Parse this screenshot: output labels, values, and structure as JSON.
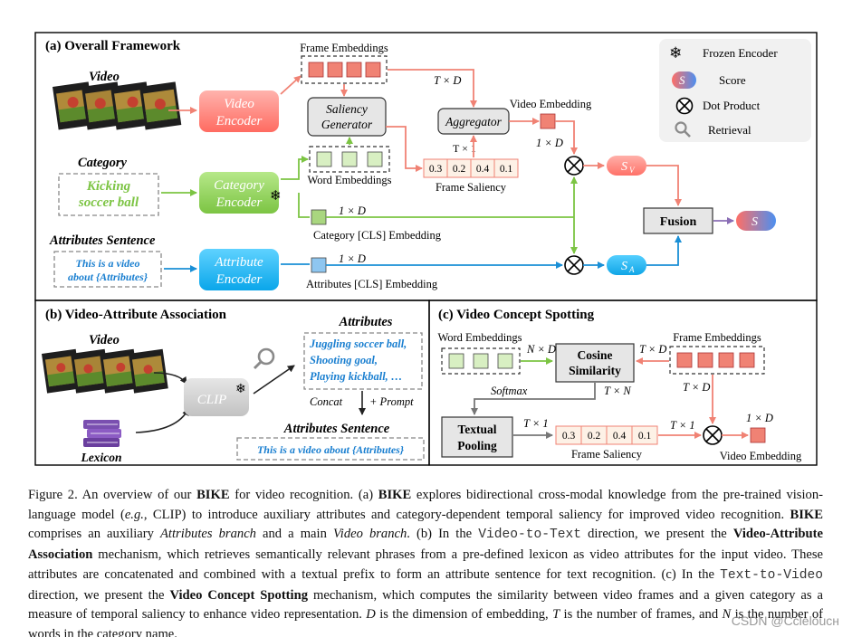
{
  "panels": {
    "a": "(a) Overall Framework",
    "b": "(b) Video-Attribute Association",
    "c": "(c) Video Concept Spotting"
  },
  "legend": {
    "frozen": "Frozen Encoder",
    "score": "Score",
    "dot": "Dot Product",
    "retrieval": "Retrieval",
    "score_symbol": "S"
  },
  "a": {
    "video_label": "Video",
    "category_label": "Category",
    "category_text_1": "Kicking",
    "category_text_2": "soccer ball",
    "attr_sentence_label": "Attributes Sentence",
    "attr_sentence_1": "This is a video",
    "attr_sentence_2": "about {Attributes}",
    "video_encoder_1": "Video",
    "video_encoder_2": "Encoder",
    "category_encoder_1": "Category",
    "category_encoder_2": "Encoder",
    "attribute_encoder_1": "Attribute",
    "attribute_encoder_2": "Encoder",
    "frame_embeddings": "Frame Embeddings",
    "saliency_gen_1": "Saliency",
    "saliency_gen_2": "Generator",
    "word_embeddings": "Word Embeddings",
    "aggregator": "Aggregator",
    "video_embedding": "Video Embedding",
    "txd": "T × D",
    "tx1": "T × 1",
    "onexd": "1 × D",
    "saliency_values": [
      "0.3",
      "0.2",
      "0.4",
      "0.1"
    ],
    "frame_saliency": "Frame Saliency",
    "cls_embedding": "Category [CLS] Embedding",
    "attr_cls_embedding": "Attributes [CLS] Embedding",
    "fusion": "Fusion",
    "sv_main": "S",
    "sv_sub": "V",
    "sa_main": "S",
    "sa_sub": "A"
  },
  "b": {
    "video_label": "Video",
    "lexicon_label": "Lexicon",
    "clip": "CLIP",
    "attributes_title": "Attributes",
    "attr_items": [
      "Juggling soccer ball,",
      "Shooting goal,",
      "Playing kickball, …"
    ],
    "concat": "Concat",
    "prompt": "+ Prompt",
    "attr_sentence_title": "Attributes Sentence",
    "attr_sentence": "This is a video about {Attributes}"
  },
  "c": {
    "word_embeddings": "Word Embeddings",
    "frame_embeddings": "Frame Embeddings",
    "cosine_1": "Cosine",
    "cosine_2": "Similarity",
    "nxd": "N × D",
    "txd": "T × D",
    "txd2": "T × D",
    "softmax": "Softmax",
    "txn": "T × N",
    "textual_1": "Textual",
    "textual_2": "Pooling",
    "tx1": "T × 1",
    "tx1b": "T × 1",
    "saliency_values": [
      "0.3",
      "0.2",
      "0.4",
      "0.1"
    ],
    "frame_saliency": "Frame Saliency",
    "onexd": "1 × D",
    "video_embedding": "Video Embedding"
  },
  "caption": {
    "p1": "Figure 2. An overview of our ",
    "bike1": "BIKE",
    "p2": " for video recognition. (a) ",
    "bike2": "BIKE",
    "p3": " explores bidirectional cross-modal knowledge from the pre-trained vision-language model (",
    "eg": "e.g.",
    "p4": ", CLIP) to introduce auxiliary attributes and category-dependent temporal saliency for improved video recognition. ",
    "bike3": "BIKE",
    "p5": " comprises an auxiliary ",
    "attr_branch": "Attributes branch",
    "p6": " and a main ",
    "video_branch": "Video branch",
    "p7": ". (b) In the ",
    "v2t": "Video-to-Text",
    "p8": " direction, we present the ",
    "vaa": "Video-Attribute Association",
    "p9": " mechanism, which retrieves semantically relevant phrases from a pre-defined lexicon as video attributes for the input video. These attributes are concatenated and combined with a textual prefix to form an attribute sentence for text recognition. (c) In the ",
    "t2v": "Text-to-Video",
    "p10": " direction, we present the ",
    "vcs": "Video Concept Spotting",
    "p11": " mechanism, which computes the similarity between video frames and a given category as a measure of temporal saliency to enhance video representation. ",
    "d": "D",
    "p12": " is the dimension of embedding, ",
    "t": "T",
    "p13": " is the number of frames, and ",
    "n": "N",
    "p14": " is the number of words in the category name."
  },
  "watermark": "CSDN @Ccleloucн"
}
